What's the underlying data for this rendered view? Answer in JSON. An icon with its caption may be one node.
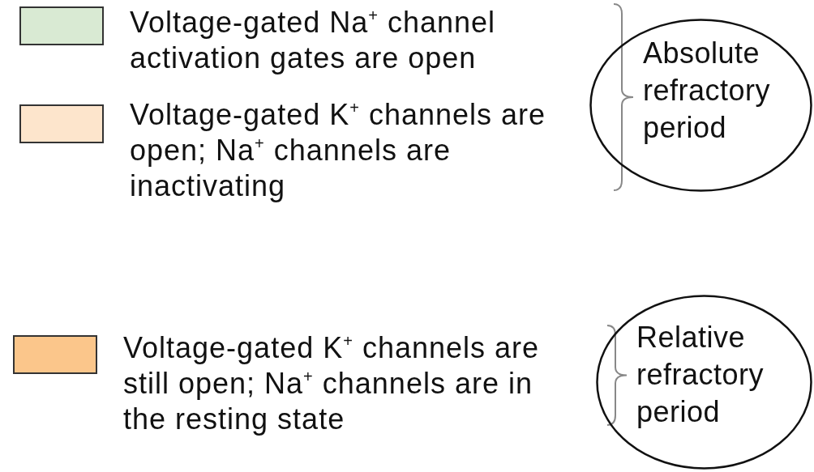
{
  "diagram": {
    "nodes": [
      {
        "text": [
          "Absolute refractory period"
        ]
      },
      {
        "text": [
          "Relative refractory period"
        ]
      }
    ],
    "legend": [
      {
        "text": "Voltage-gated Na$^{+}$ channel activation gates are open",
        "color": "#d9ead3"
      },
      {
        "text": "Voltage-gated K$^{+}$ channels are open; Na$^{+}$ channels are inactivating",
        "color": "#fde5cc"
      },
      {
        "text": "Voltage-gated K$^{+}$ channels are still open; Na$^{+}$ channels are in the resting state",
        "color": "#fbc68b"
      }
    ]
  }
}
